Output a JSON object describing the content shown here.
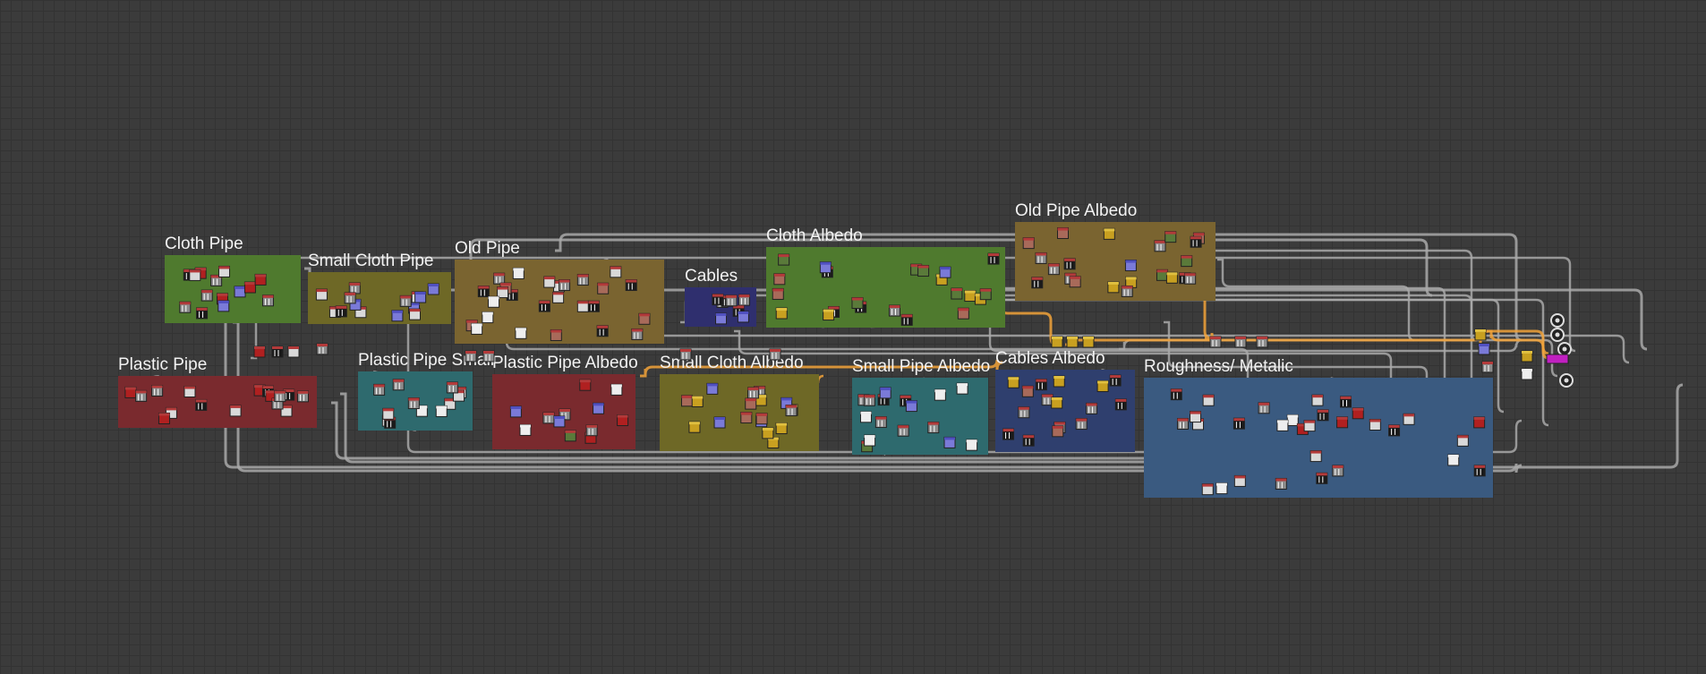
{
  "colors": {
    "canvas": "#3b3b3b",
    "wire": "#a9a9a9",
    "wire_active": "#f2a33a",
    "title_text": "#f2f2f2"
  },
  "frames": [
    {
      "id": "cloth-pipe",
      "title": "Cloth Pipe",
      "color": "#4f7a2e"
    },
    {
      "id": "small-cloth-pipe",
      "title": "Small Cloth Pipe",
      "color": "#6e6826"
    },
    {
      "id": "old-pipe",
      "title": "Old Pipe",
      "color": "#7a6430"
    },
    {
      "id": "cables",
      "title": "Cables",
      "color": "#2f2f6e"
    },
    {
      "id": "cloth-albedo",
      "title": "Cloth Albedo",
      "color": "#4f7a2e"
    },
    {
      "id": "old-pipe-albedo",
      "title": "Old Pipe Albedo",
      "color": "#7a6430"
    },
    {
      "id": "plastic-pipe",
      "title": "Plastic Pipe",
      "color": "#7a2a2e"
    },
    {
      "id": "plastic-pipe-small",
      "title": "Plastic Pipe Small",
      "color": "#2e6a6e"
    },
    {
      "id": "plastic-pipe-albedo",
      "title": "Plastic Pipe Albedo",
      "color": "#7a2a2e"
    },
    {
      "id": "small-cloth-albedo",
      "title": "Small Cloth Albedo",
      "color": "#6e6826"
    },
    {
      "id": "small-pipe-albedo",
      "title": "Small Pipe Albedo",
      "color": "#2e6a6e"
    },
    {
      "id": "cables-albedo",
      "title": "Cables Albedo",
      "color": "#2f3f6e"
    },
    {
      "id": "roughness-metalic",
      "title": "Roughness/ Metalic",
      "color": "#3a5a80"
    }
  ],
  "output_nodes": [
    "base-color-output",
    "roughness-output",
    "metallic-output",
    "normal-output",
    "height-output"
  ]
}
